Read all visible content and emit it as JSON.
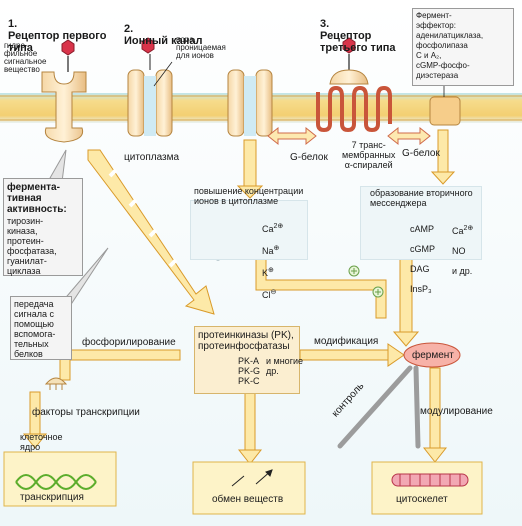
{
  "receptor1": {
    "num": "1.",
    "title": "Рецептор первого\nтипа",
    "ligand": "гидро-\nфильное\nсигнальное\nвещество"
  },
  "channel": {
    "num": "2.",
    "title": "Ионный канал",
    "pore": "пора,\nпроницаемая\nдля ионов"
  },
  "receptor3": {
    "num": "3.",
    "title": "Рецептор\nтретьего типа"
  },
  "effector": "Фермент-\nэффектор:\nаденилатциклаза,\nфосфолипаза\nC и A₂,\ncGMP-фосфо-\nдиэстераза",
  "cytoplasm": "цитоплазма",
  "gprotein_left": "G-белок",
  "gprotein_right": "G-белок",
  "seven_tm": "7 транс-\nмембранных\nα-спиралей",
  "enzyme_activity": {
    "title": "фермента-\nтивная\nактивность:",
    "list": "тирозин-\nкиназа,\nпротеин-\nфосфатаза,\nгуанилат-\nциклаза"
  },
  "ion_increase": "повышение концентрации\nионов в цитоплазме",
  "ions": {
    "ca": "Ca",
    "na": "Na",
    "k": "K",
    "cl": "Cl"
  },
  "second_messenger": {
    "title": "образование вторичного\nмессенджера",
    "left": [
      "cAMP",
      "cGMP",
      "DAG",
      "InsP₃"
    ],
    "right": [
      "Ca",
      "NO",
      "и др."
    ]
  },
  "adapter": "передача\nсигнала с\nпомощью\nвспомога-\nтельных\nбелков",
  "phosphorylation": "фосфорилирование",
  "kinases": {
    "title": "протеинкиназы (PK),\nпротеинфосфатазы",
    "list": "PK-A\nPK-G\nPK-C",
    "more": "и многие\nдр."
  },
  "modification": "модификация",
  "enzyme": "фермент",
  "transcription_factors": "факторы транскрипции",
  "nucleus": "клеточное\nядро",
  "control": "контроль",
  "modulation": "модулирование",
  "outputs": {
    "transcription": "транскрипция",
    "metabolism": "обмен веществ",
    "cytoskeleton": "цитоскелет"
  },
  "colors": {
    "membrane": "#f3d27a",
    "arrow_fill": "#fde9a8",
    "arrow_stroke": "#d99a2a",
    "cyto_arrow_fill": "#fde9b0",
    "cyto_arrow_stroke": "#cf6a4a",
    "signal": "#d9344a"
  }
}
